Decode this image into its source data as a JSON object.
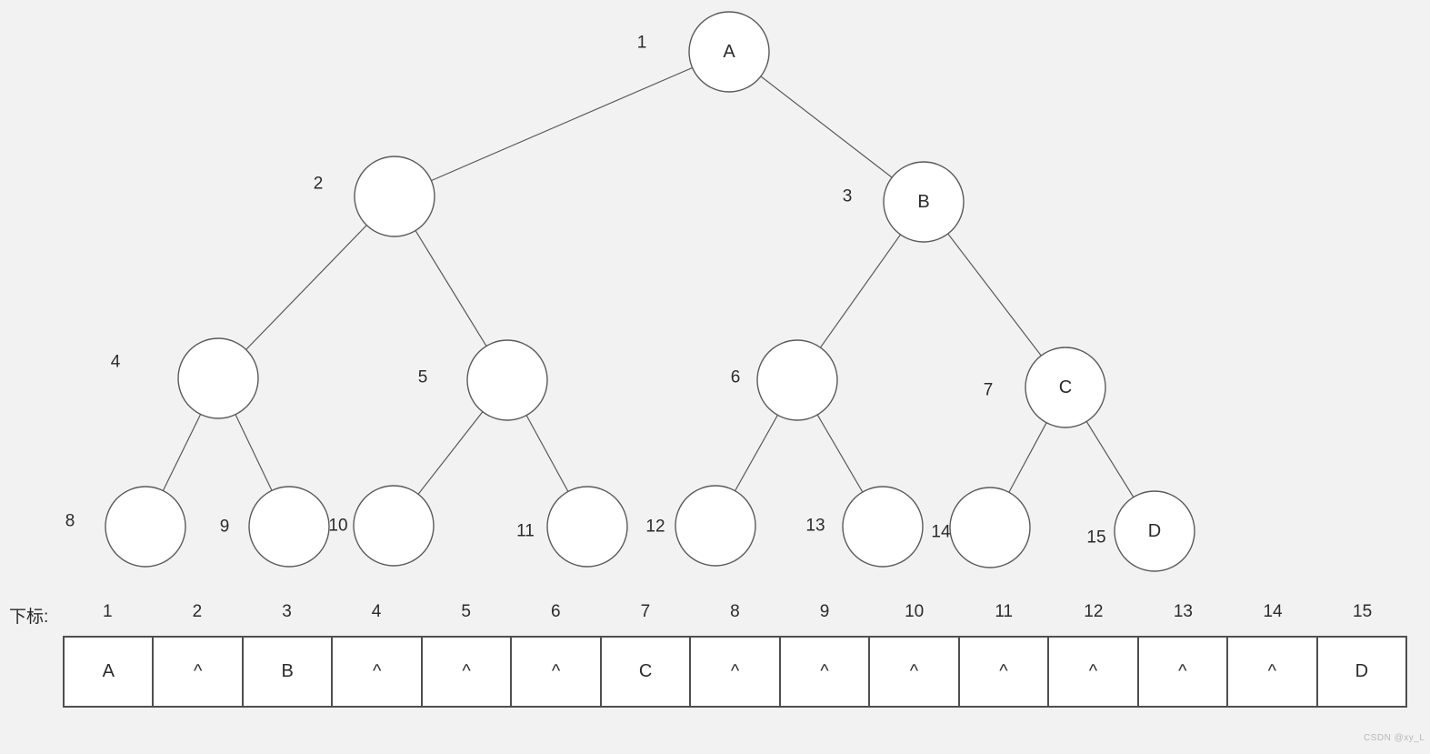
{
  "colors": {
    "background": "#f2f2f2",
    "node_fill": "#ffffff",
    "stroke": "#5a5a5a",
    "text": "#2b2b2b",
    "cell_border": "#4f4f4f",
    "watermark": "#b8b8b8"
  },
  "tree": {
    "nodes": [
      {
        "index": "1",
        "value": "A"
      },
      {
        "index": "2",
        "value": ""
      },
      {
        "index": "3",
        "value": "B"
      },
      {
        "index": "4",
        "value": ""
      },
      {
        "index": "5",
        "value": ""
      },
      {
        "index": "6",
        "value": ""
      },
      {
        "index": "7",
        "value": "C"
      },
      {
        "index": "8",
        "value": ""
      },
      {
        "index": "9",
        "value": ""
      },
      {
        "index": "10",
        "value": ""
      },
      {
        "index": "11",
        "value": ""
      },
      {
        "index": "12",
        "value": ""
      },
      {
        "index": "13",
        "value": ""
      },
      {
        "index": "14",
        "value": ""
      },
      {
        "index": "15",
        "value": "D"
      }
    ]
  },
  "array": {
    "label": "下标:",
    "indices": [
      "1",
      "2",
      "3",
      "4",
      "5",
      "6",
      "7",
      "8",
      "9",
      "10",
      "11",
      "12",
      "13",
      "14",
      "15"
    ],
    "values": [
      "A",
      "^",
      "B",
      "^",
      "^",
      "^",
      "C",
      "^",
      "^",
      "^",
      "^",
      "^",
      "^",
      "^",
      "D"
    ]
  },
  "watermark": "CSDN @xy_L"
}
